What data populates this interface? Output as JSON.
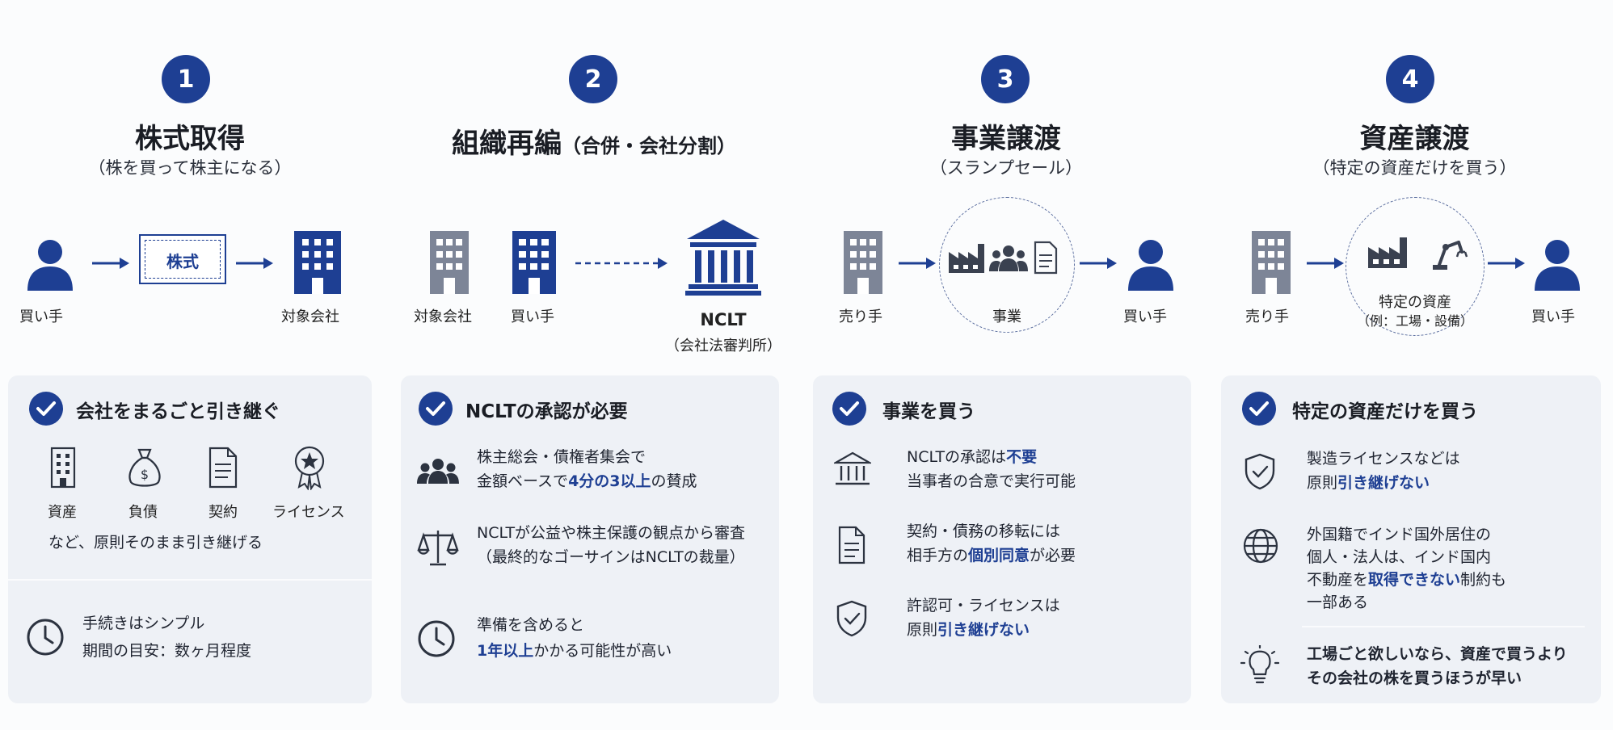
{
  "colors": {
    "accent": "#1e3f93",
    "gray_building": "#7d8597",
    "panel": "#eef1f6"
  },
  "steps": [
    {
      "number": "1",
      "title": "株式取得",
      "subtitle": "（株を買って株主になる）",
      "diagram": {
        "buyer": "買い手",
        "stock": "株式",
        "target": "対象会社"
      },
      "panel": {
        "heading": "会社をまるごと引き継ぐ",
        "items": [
          {
            "label": "資産",
            "icon": "building-icon"
          },
          {
            "label": "負債",
            "icon": "money-bag-icon"
          },
          {
            "label": "契約",
            "icon": "document-icon"
          },
          {
            "label": "ライセンス",
            "icon": "award-icon"
          }
        ],
        "note": "など、原則そのまま引き継げる",
        "row": {
          "icon": "clock-icon",
          "line1": "手続きはシンプル",
          "line2": "期間の目安：数ヶ月程度"
        }
      }
    },
    {
      "number": "2",
      "title": "組織再編",
      "title_suffix": "（合併・会社分割）",
      "diagram": {
        "target": "対象会社",
        "buyer": "買い手",
        "nclt": "NCLT",
        "nclt_sub": "（会社法審判所）"
      },
      "panel": {
        "heading": "NCLTの承認が必要",
        "rows": [
          {
            "icon": "people-icon",
            "line1": "株主総会・債権者集会で",
            "line2_pre": "金額ベースで",
            "line2_hl": "4分の3以上",
            "line2_post": "の賛成"
          },
          {
            "icon": "scale-icon",
            "line1": "NCLTが公益や株主保護の観点から審査",
            "line2": "（最終的なゴーサインはNCLTの裁量）"
          },
          {
            "icon": "clock-icon",
            "line1": "準備を含めると",
            "line2_hl": "1年以上",
            "line2_post": "かかる可能性が高い"
          }
        ]
      }
    },
    {
      "number": "3",
      "title": "事業譲渡",
      "subtitle": "（スランプセール）",
      "diagram": {
        "seller": "売り手",
        "business": "事業",
        "buyer": "買い手"
      },
      "panel": {
        "heading": "事業を買う",
        "rows": [
          {
            "icon": "bank-icon",
            "line1_pre": "NCLTの承認は",
            "line1_hl": "不要",
            "line2": "当事者の合意で実行可能"
          },
          {
            "icon": "document-icon",
            "line1": "契約・債務の移転には",
            "line2_pre": "相手方の",
            "line2_hl": "個別同意",
            "line2_post": "が必要"
          },
          {
            "icon": "shield-check-icon",
            "line1": "許認可・ライセンスは",
            "line2_pre": "原則",
            "line2_hl": "引き継げない"
          }
        ]
      }
    },
    {
      "number": "4",
      "title": "資産譲渡",
      "subtitle": "（特定の資産だけを買う）",
      "diagram": {
        "seller": "売り手",
        "asset": "特定の資産",
        "asset_sub": "（例：工場・設備）",
        "buyer": "買い手"
      },
      "panel": {
        "heading": "特定の資産だけを買う",
        "rows": [
          {
            "icon": "shield-check-icon",
            "line1": "製造ライセンスなどは",
            "line2_pre": "原則",
            "line2_hl": "引き継げない"
          },
          {
            "icon": "globe-icon",
            "line1": "外国籍でインド国外居住の",
            "line2": "個人・法人は、インド国内",
            "line3_pre": "不動産を",
            "line3_hl": "取得できない",
            "line3_post": "制約も",
            "line4": "一部ある"
          },
          {
            "icon": "lightbulb-icon",
            "line1": "工場ごと欲しいなら、資産で買うより",
            "line2": "その会社の株を買うほうが早い"
          }
        ]
      }
    }
  ]
}
